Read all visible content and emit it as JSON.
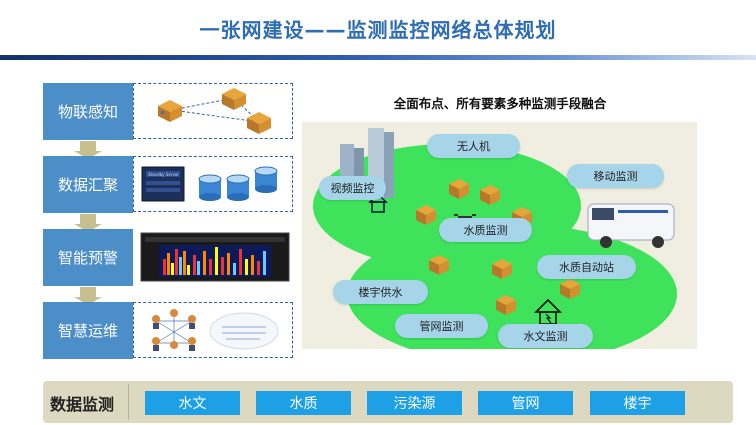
{
  "title": "一张网建设——监测监控网络总体规划",
  "steps": [
    {
      "label": "物联感知"
    },
    {
      "label": "数据汇聚"
    },
    {
      "label": "智能预警"
    },
    {
      "label": "智慧运维"
    }
  ],
  "scene": {
    "title": "全面布点、所有要素多种监测手段融合",
    "labels": {
      "uav": "无人机",
      "video": "视频监控",
      "mobile": "移动监测",
      "water_quality": "水质监测",
      "auto_station": "水质自动站",
      "building_supply": "楼宇供水",
      "pipe_network": "管网监测",
      "hydrology": "水文监测"
    },
    "colors": {
      "land": "#3ee35b",
      "bg": "#efeee1",
      "tag": "#a6d4e8"
    }
  },
  "bottom": {
    "title": "数据监测",
    "categories": [
      "水文",
      "水质",
      "污染源",
      "管网",
      "楼宇"
    ]
  },
  "server_text": "Standby Server"
}
